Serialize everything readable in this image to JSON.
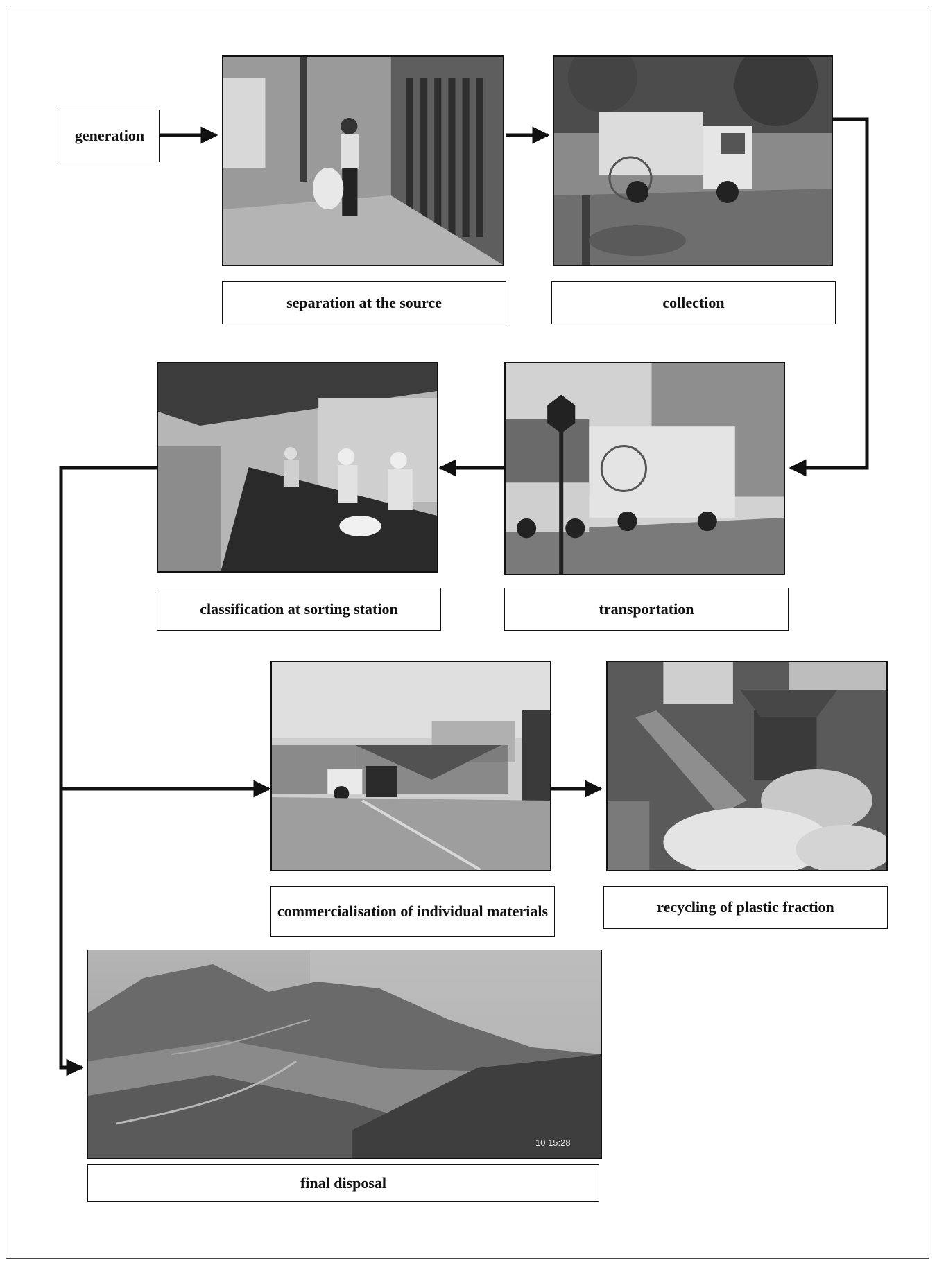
{
  "steps": {
    "generation": "generation",
    "separation": "separation at the source",
    "collection": "collection",
    "transportation": "transportation",
    "classification": "classification at sorting station",
    "commercialisation": "commercialisation of individual materials",
    "recycling": "recycling of plastic fraction",
    "final_disposal": "final disposal"
  },
  "photos": {
    "separation": "street-sidewalk-photo",
    "collection": "collection-truck-photo",
    "transportation": "transport-truck-photo",
    "classification": "sorting-station-photo",
    "commercialisation": "materials-yard-photo",
    "recycling": "plastic-recycling-plant-photo",
    "final_disposal": "landfill-valley-photo",
    "final_disposal_timestamp": "10 15:28"
  },
  "colors": {
    "ink": "#111111",
    "photo_tone": "grayscale"
  }
}
